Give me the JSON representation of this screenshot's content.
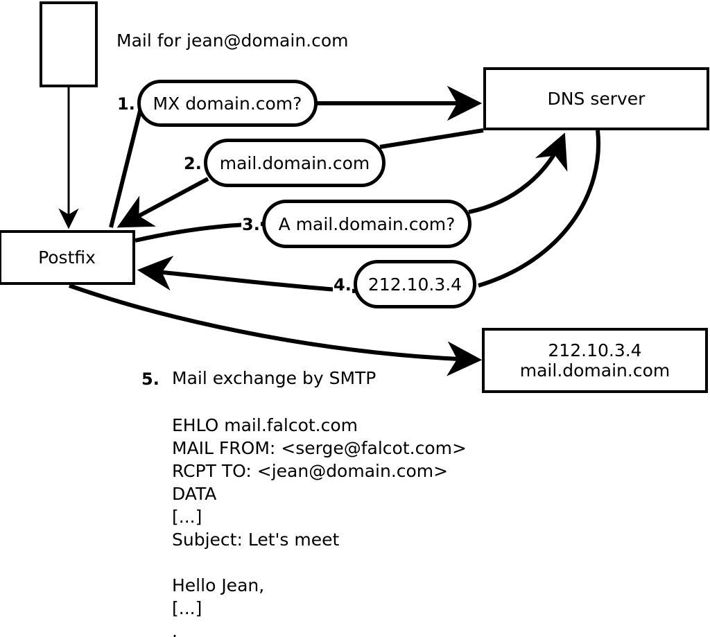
{
  "diagram": {
    "title": "Mail for jean@domain.com",
    "nodes": {
      "client": {
        "label": ""
      },
      "postfix": {
        "label": "Postfix"
      },
      "dns_server": {
        "label": "DNS server"
      },
      "target_server": {
        "line1": "212.10.3.4",
        "line2": "mail.domain.com"
      }
    },
    "steps": [
      {
        "number": "1.",
        "label": "MX domain.com?"
      },
      {
        "number": "2.",
        "label": "mail.domain.com"
      },
      {
        "number": "3.",
        "label": "A mail.domain.com?"
      },
      {
        "number": "4.",
        "label": "212.10.3.4"
      },
      {
        "number": "5.",
        "label": "Mail exchange by SMTP"
      }
    ],
    "smtp_transcript": "EHLO mail.falcot.com\nMAIL FROM: <serge@falcot.com>\nRCPT TO: <jean@domain.com>\nDATA\n[...]\nSubject: Let's meet\n\nHello Jean,\n[...]\n.",
    "colors": {
      "stroke": "#000000",
      "fill": "#ffffff",
      "text": "#000000"
    }
  }
}
